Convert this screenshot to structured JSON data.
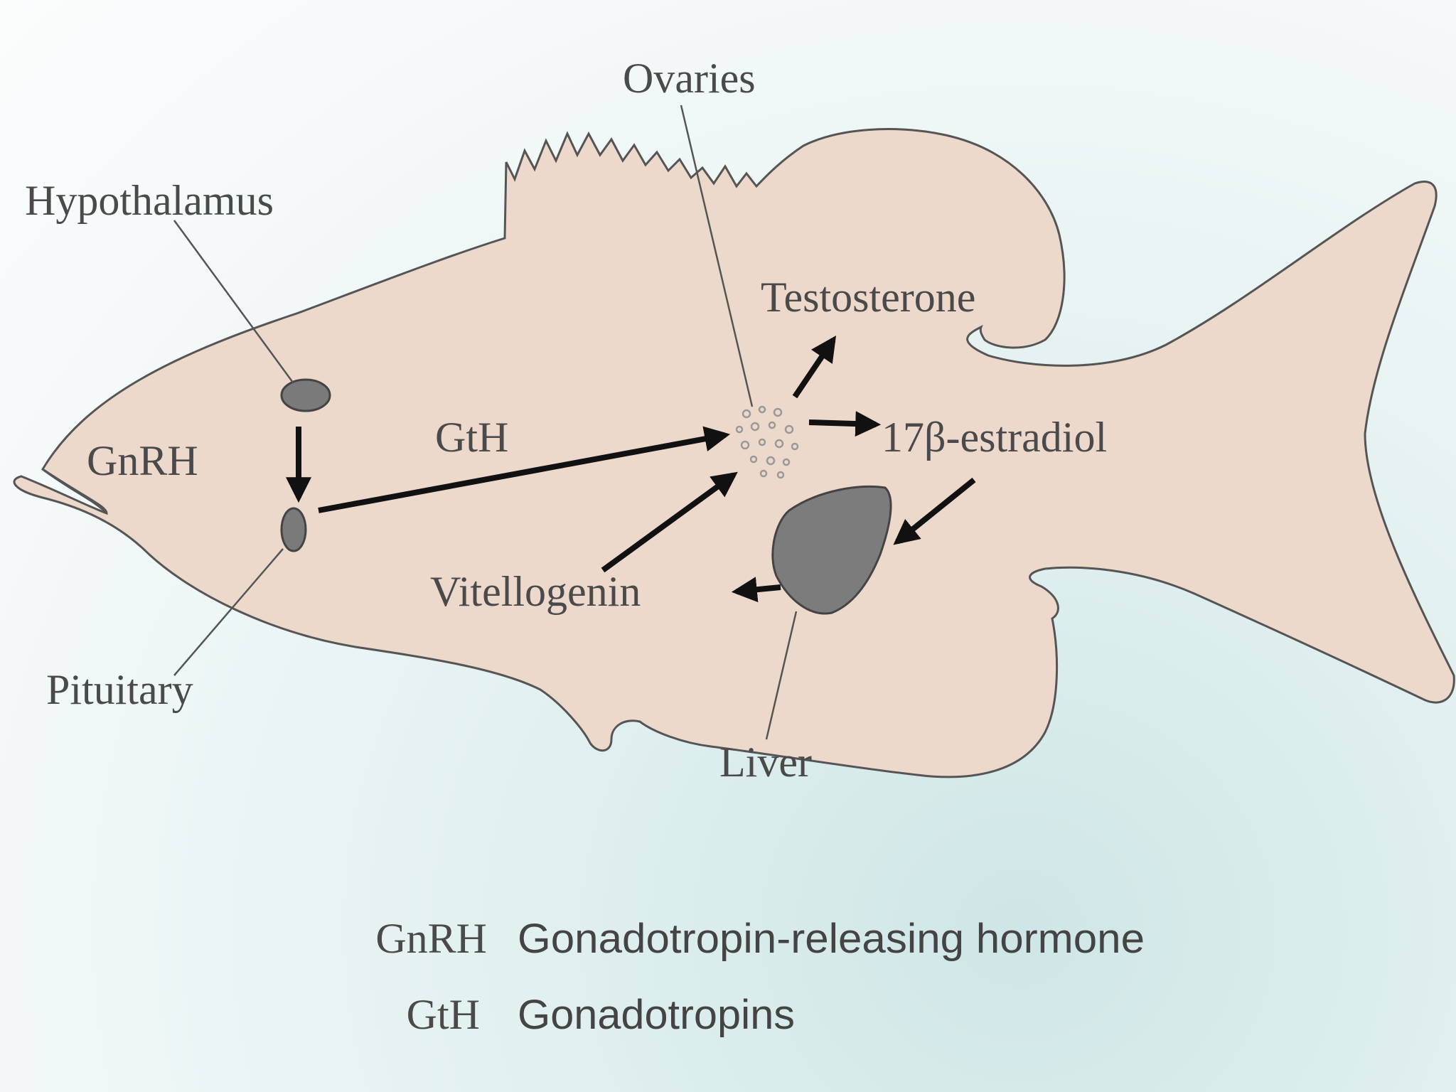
{
  "labels": {
    "hypothalamus": "Hypothalamus",
    "pituitary": "Pituitary",
    "gnrh": "GnRH",
    "gth": "GtH",
    "ovaries": "Ovaries",
    "testosterone": "Testosterone",
    "estradiol": "17β-estradiol",
    "vitellogenin": "Vitellogenin",
    "liver": "Liver"
  },
  "legend": [
    {
      "abbr": "GnRH",
      "definition": "Gonadotropin-releasing hormone"
    },
    {
      "abbr": "GtH",
      "definition": "Gonadotropins"
    }
  ],
  "colors": {
    "fish_body": "#ecd9cb",
    "fish_outline": "#555555",
    "organ": "#7a7a7a",
    "liver": "#7c7c7c",
    "arrow": "#111111",
    "text": "#4a4a4a"
  }
}
